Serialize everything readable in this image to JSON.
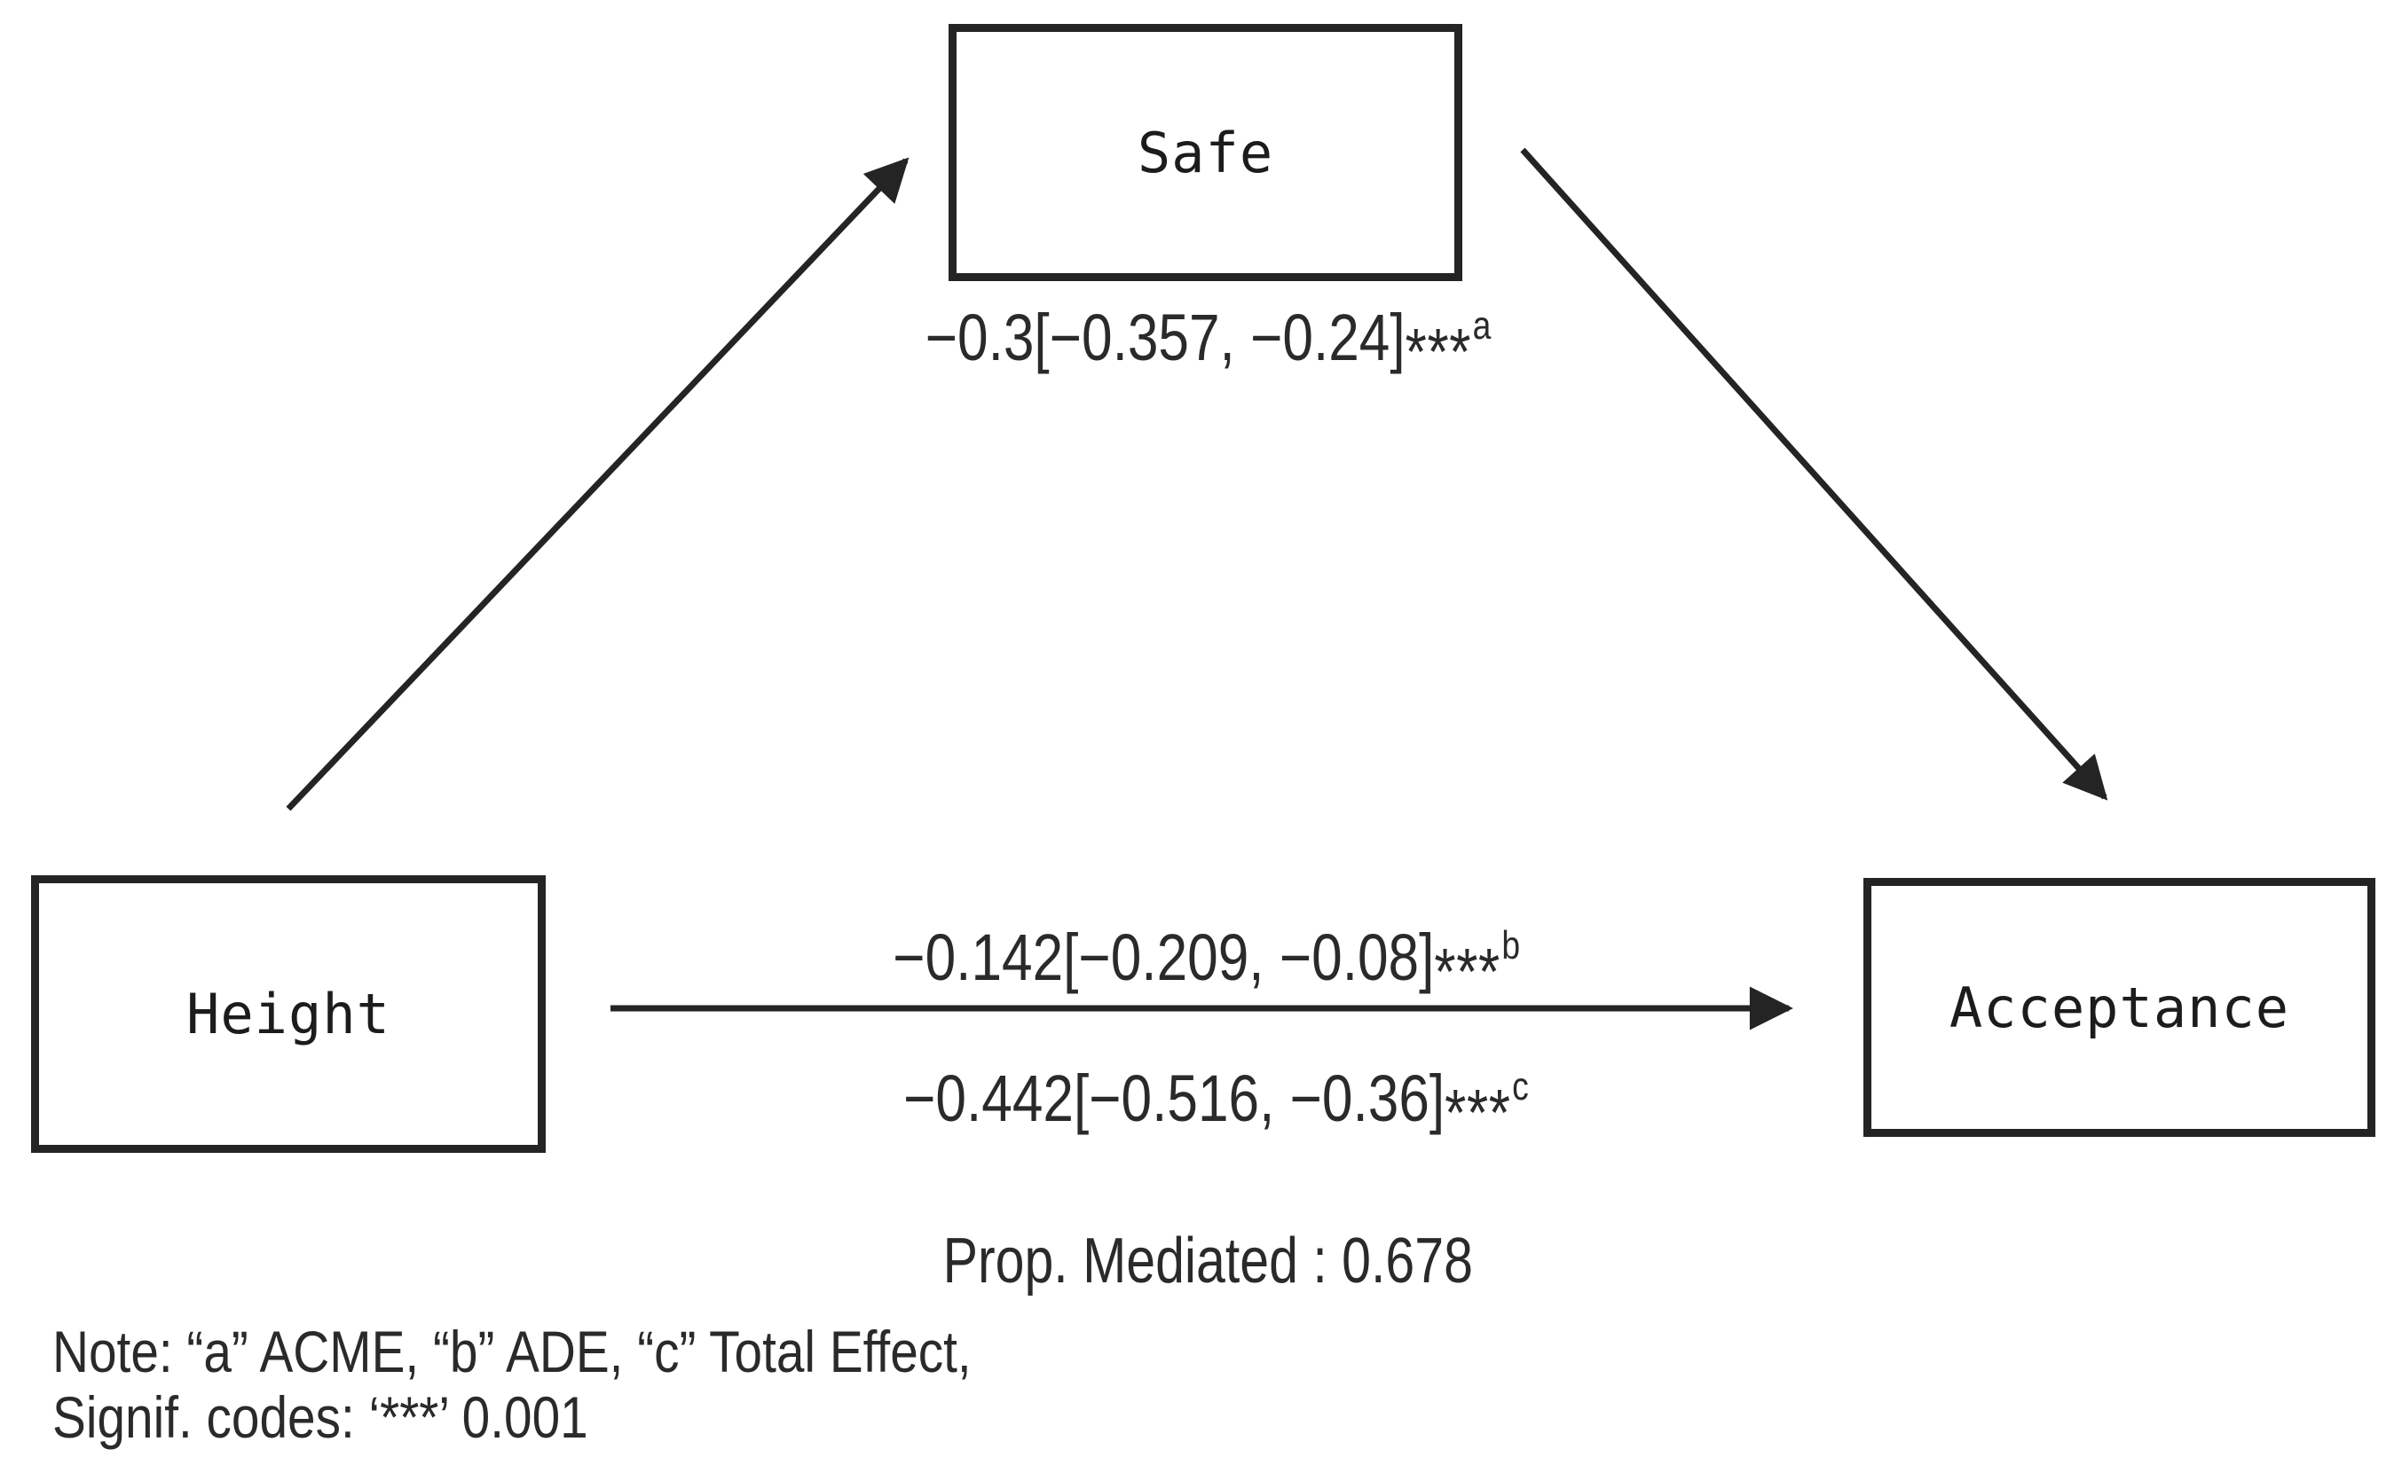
{
  "diagram": {
    "nodes": {
      "mediator": "Safe",
      "predictor": "Height",
      "outcome": "Acceptance"
    },
    "coefficients": {
      "acme": {
        "value": "−0.3[−0.357, −0.24]",
        "stars": "***",
        "superscript": "a"
      },
      "ade": {
        "value": "−0.142[−0.209, −0.08]",
        "stars": "***",
        "superscript": "b"
      },
      "total": {
        "value": "−0.442[−0.516, −0.36]",
        "stars": "***",
        "superscript": "c"
      }
    },
    "prop_mediated_label": "Prop. Mediated : 0.678",
    "notes": {
      "line1": "Note: “a” ACME, “b” ADE, “c” Total Effect,",
      "line2": "Signif. codes: ‘***’ 0.001"
    },
    "colors": {
      "ink": "#242424",
      "background": "#ffffff"
    }
  }
}
